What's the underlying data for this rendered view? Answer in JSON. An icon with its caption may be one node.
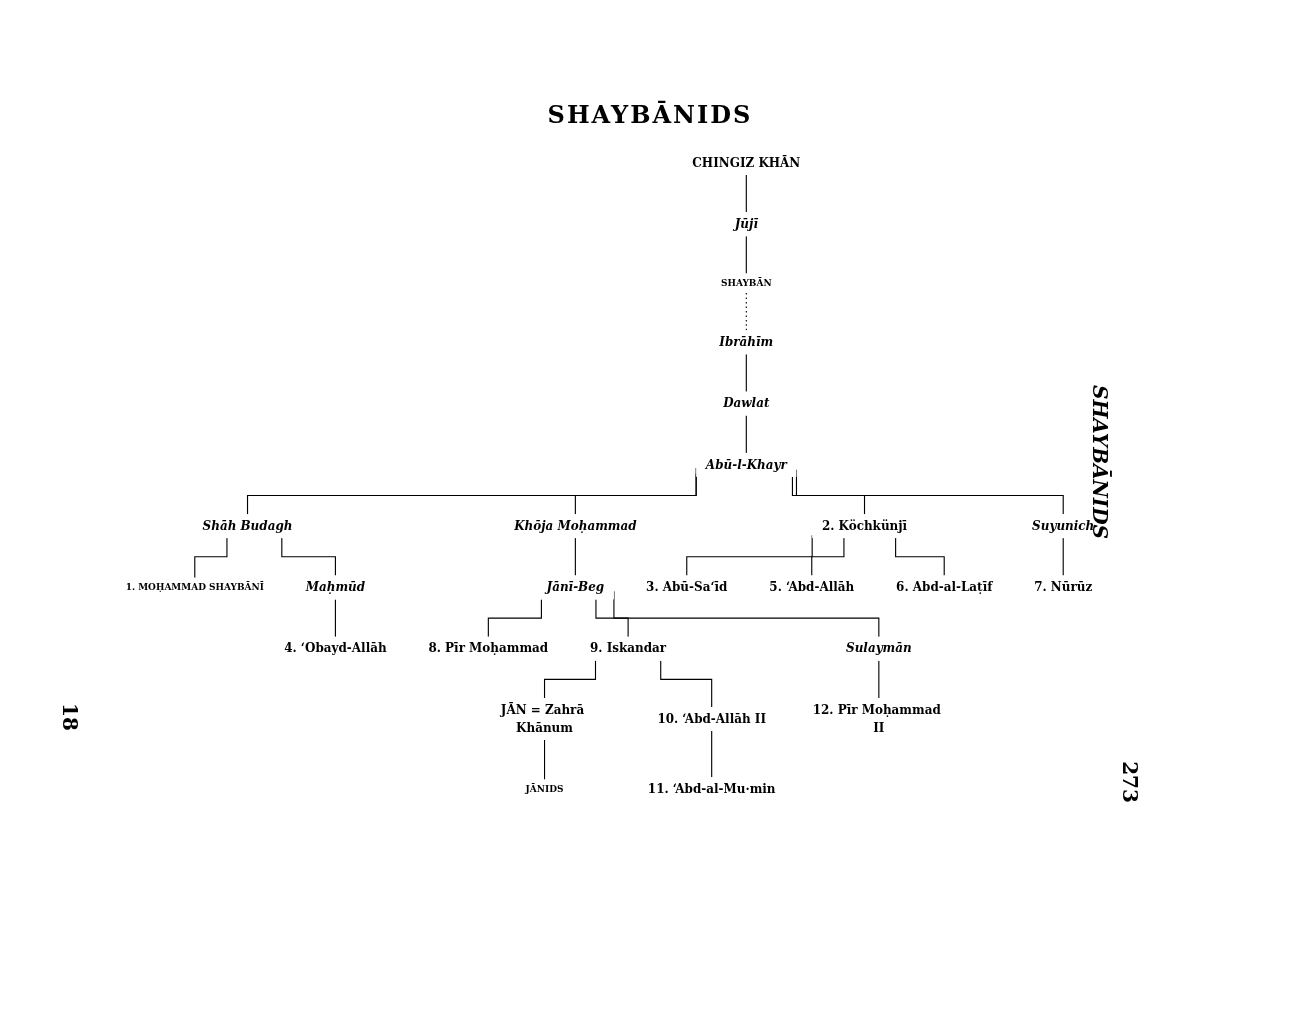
{
  "diagram": {
    "title": "SHAYBĀNIDS",
    "nodes": [
      {
        "text": [
          "CHINGIZ KHĀN"
        ]
      },
      {
        "text": [
          "Jūjī"
        ]
      },
      {
        "text": [
          "SHAYBĀN"
        ]
      },
      {
        "text": [
          "Ibrāhīm"
        ]
      },
      {
        "text": [
          "Dawlat"
        ]
      },
      {
        "text": [
          "Abū-l-Khayr"
        ]
      },
      {
        "text": [
          "Shāh Budagh"
        ]
      },
      {
        "text": [
          "Khōja Moḥammad"
        ]
      },
      {
        "text": [
          "2. Köchkünjī"
        ]
      },
      {
        "text": [
          "Suyunich"
        ]
      },
      {
        "text": [
          "1. MOḤAMMAD SHAYBĀNĪ"
        ]
      },
      {
        "text": [
          "Maḥmūd"
        ]
      },
      {
        "text": [
          "Jānī-Beg"
        ]
      },
      {
        "text": [
          "3. Abū-Sa‘īd"
        ]
      },
      {
        "text": [
          "5. ‘Abd-Allāh"
        ]
      },
      {
        "text": [
          "6. Abd-al-Laṭīf"
        ]
      },
      {
        "text": [
          "7. Nūrūz"
        ]
      },
      {
        "text": [
          "4. ‘Obayd-Allāh"
        ]
      },
      {
        "text": [
          "8. Pīr Moḥammad"
        ]
      },
      {
        "text": [
          "9. Iskandar"
        ]
      },
      {
        "text": [
          "Sulaymān"
        ]
      },
      {
        "text": [
          "JĀN = Zahrā Khānum"
        ]
      },
      {
        "text": [
          "10. ‘Abd-Allāh II"
        ]
      },
      {
        "text": [
          "12. Pīr Moḥammad II"
        ]
      },
      {
        "text": [
          "JĀNIDS"
        ]
      },
      {
        "text": [
          "11. ‘Abd-al-Mu·min"
        ]
      }
    ],
    "edges": [
      {
        "from": 0,
        "to": 1,
        "arrow": "none"
      },
      {
        "from": 1,
        "to": 2,
        "arrow": "none"
      },
      {
        "from": 2,
        "to": 3,
        "arrow": "none",
        "style": "dashed"
      },
      {
        "from": 3,
        "to": 4,
        "arrow": "none"
      },
      {
        "from": 4,
        "to": 5,
        "arrow": "none"
      },
      {
        "from": 5,
        "to": 6,
        "arrow": "none"
      },
      {
        "from": 5,
        "to": 7,
        "arrow": "none"
      },
      {
        "from": 5,
        "to": 8,
        "arrow": "none"
      },
      {
        "from": 5,
        "to": 9,
        "arrow": "none"
      },
      {
        "from": 6,
        "to": 10,
        "arrow": "none"
      },
      {
        "from": 6,
        "to": 11,
        "arrow": "none"
      },
      {
        "from": 7,
        "to": 12,
        "arrow": "none"
      },
      {
        "from": 8,
        "to": 13,
        "arrow": "none"
      },
      {
        "from": 8,
        "to": 14,
        "arrow": "none"
      },
      {
        "from": 8,
        "to": 15,
        "arrow": "none"
      },
      {
        "from": 9,
        "to": 16,
        "arrow": "none"
      },
      {
        "from": 11,
        "to": 17,
        "arrow": "none"
      },
      {
        "from": 12,
        "to": 18,
        "arrow": "none"
      },
      {
        "from": 12,
        "to": 19,
        "arrow": "none"
      },
      {
        "from": 12,
        "to": 20,
        "arrow": "none"
      },
      {
        "from": 19,
        "to": 21,
        "arrow": "none"
      },
      {
        "from": 19,
        "to": 22,
        "arrow": "none"
      },
      {
        "from": 20,
        "to": 23,
        "arrow": "none"
      },
      {
        "from": 21,
        "to": 24,
        "arrow": "none"
      },
      {
        "from": 22,
        "to": 25,
        "arrow": "none"
      }
    ],
    "labels": [
      "SHAYBĀNIDS",
      "18",
      "273"
    ]
  }
}
